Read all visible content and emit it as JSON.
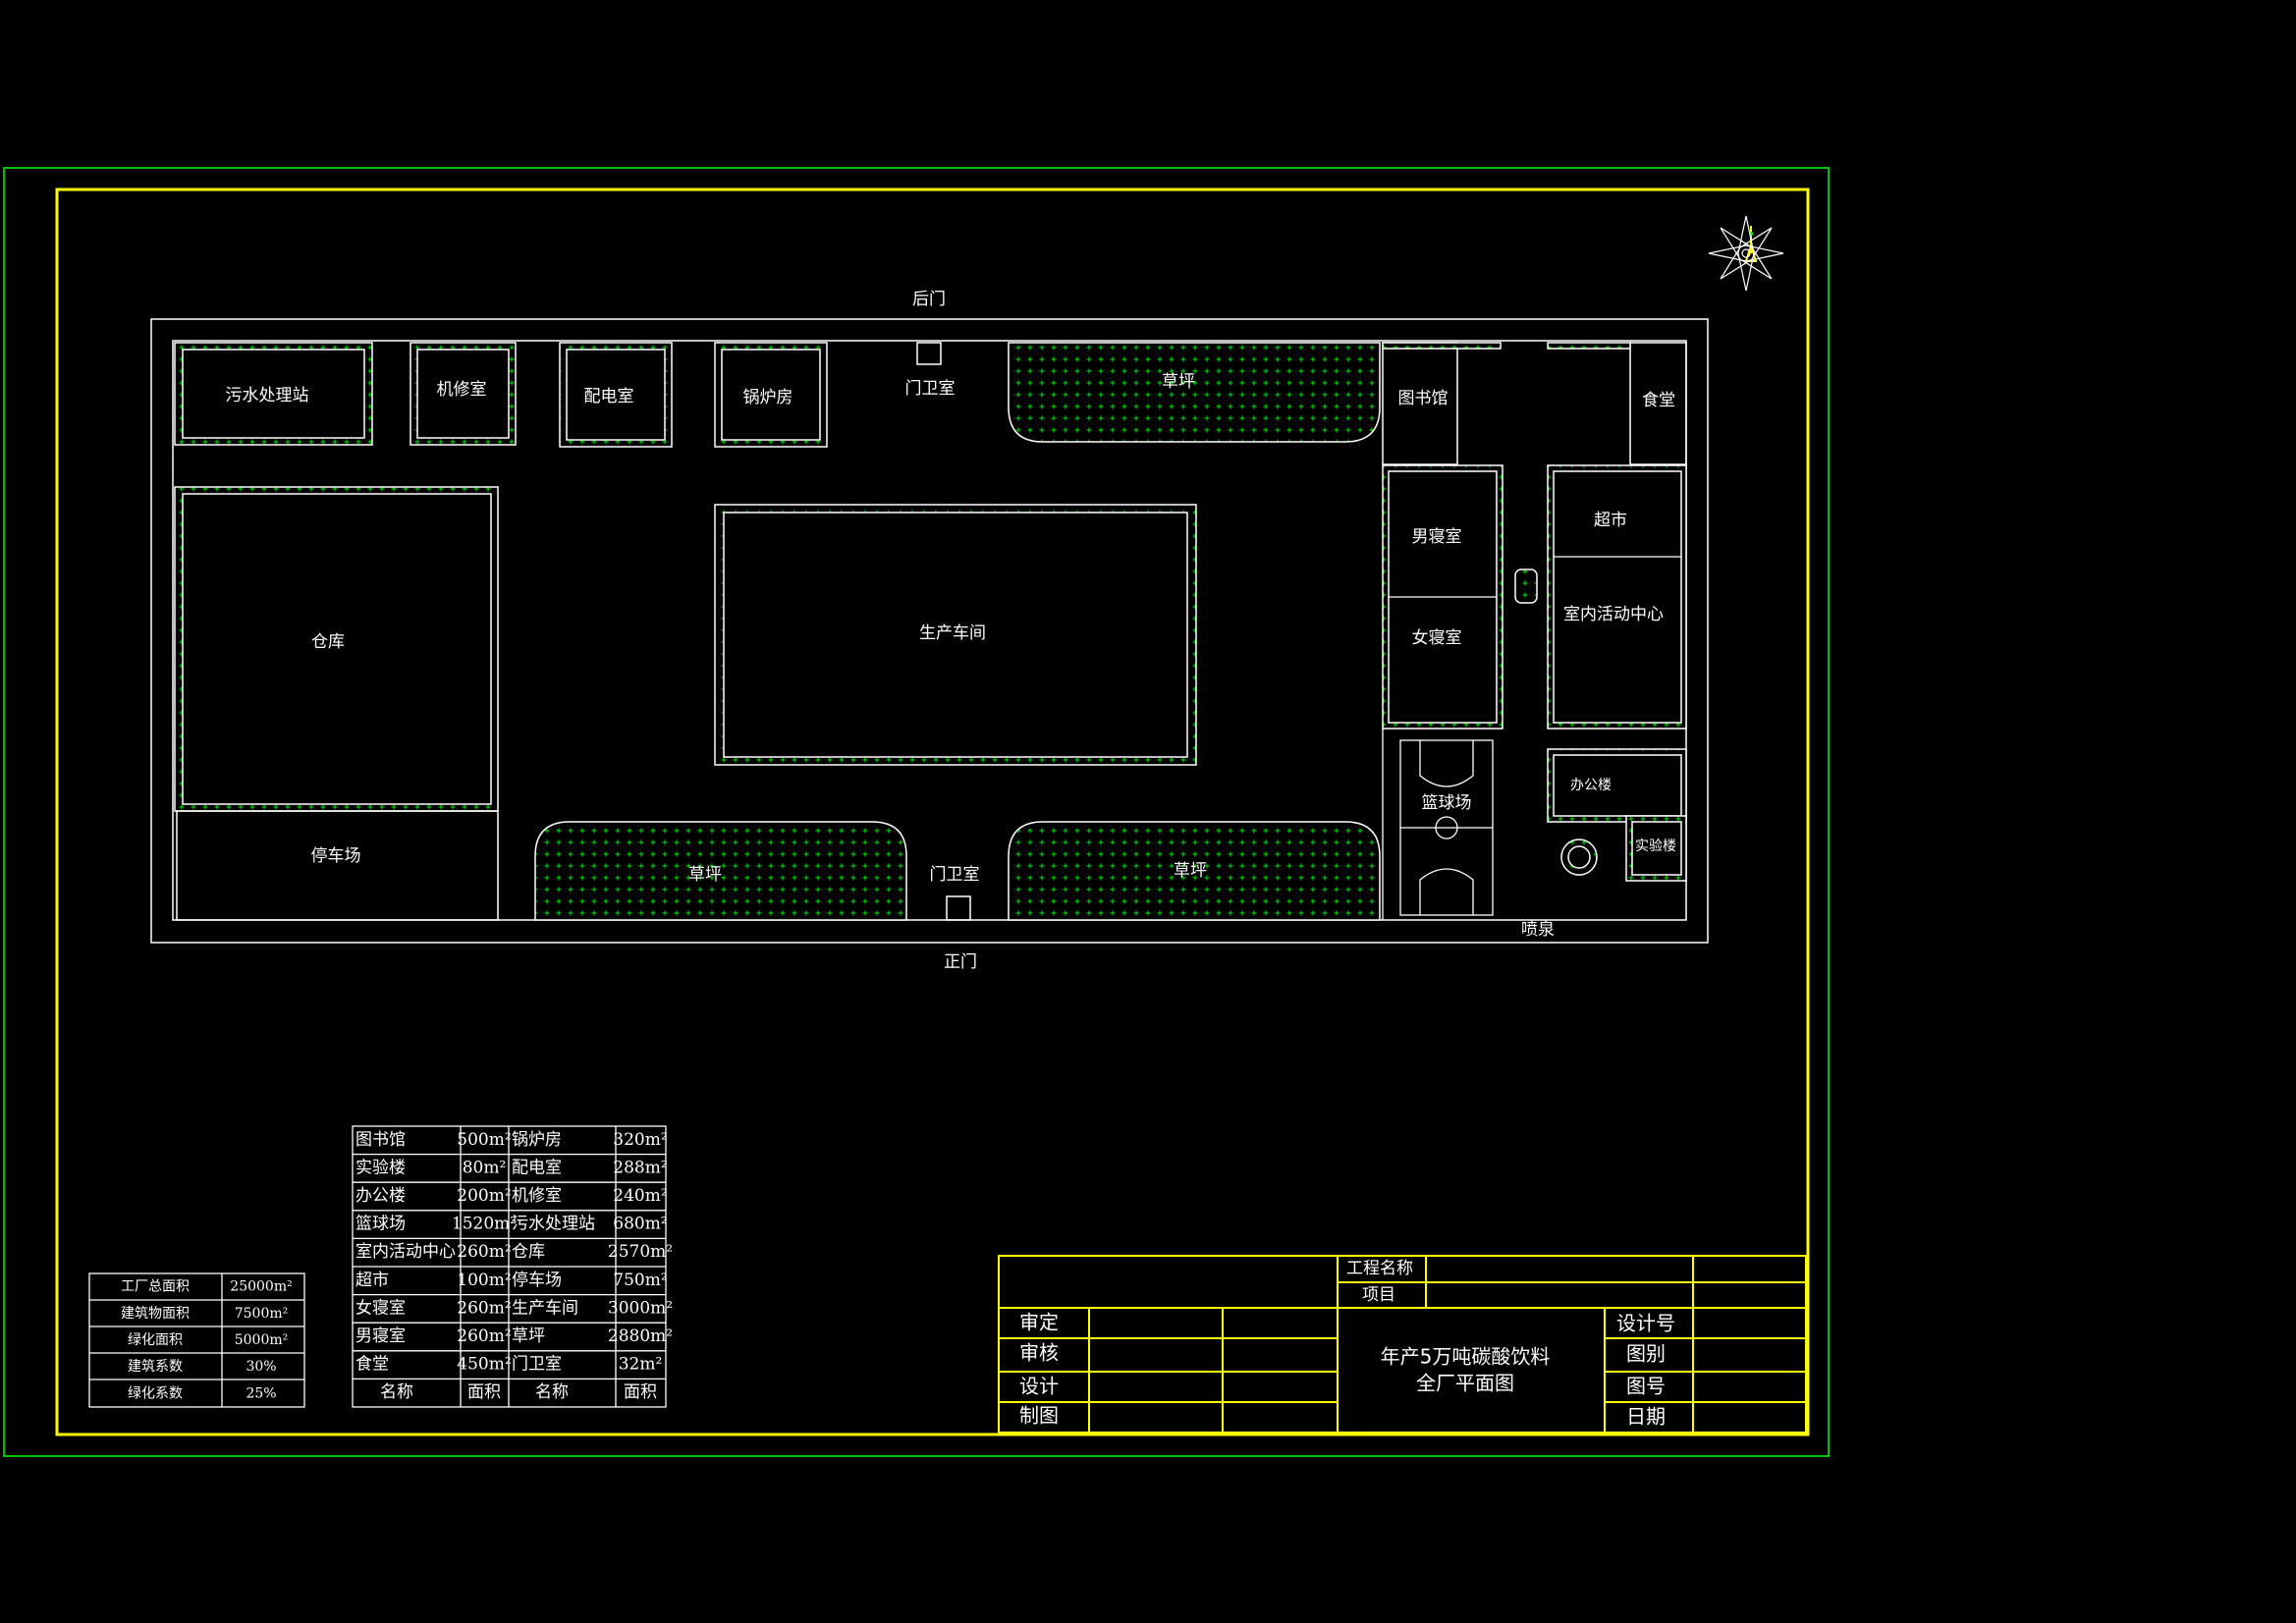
{
  "plan": {
    "gates": {
      "back": "后门",
      "front": "正门"
    },
    "rooms": {
      "sewage": "污水处理站",
      "repair": "机修室",
      "power": "配电室",
      "boiler": "锅炉房",
      "gate_back": "门卫室",
      "lawn_top": "草坪",
      "library": "图书馆",
      "canteen": "食堂",
      "warehouse": "仓库",
      "workshop": "生产车间",
      "men_dorm": "男寝室",
      "women_dorm": "女寝室",
      "supermarket": "超市",
      "activity": "室内活动中心",
      "parking": "停车场",
      "lawn_left": "草坪",
      "gate_front": "门卫室",
      "lawn_right": "草坪",
      "basketball": "篮球场",
      "office": "办公楼",
      "lab": "实验楼",
      "fountain": "喷泉"
    }
  },
  "summary_table": [
    [
      "工厂总面积",
      "25000m²"
    ],
    [
      "建筑物面积",
      "7500m²"
    ],
    [
      "绿化面积",
      "5000m²"
    ],
    [
      "建筑系数",
      "30%"
    ],
    [
      "绿化系数",
      "25%"
    ]
  ],
  "area_table": {
    "rows": [
      [
        "图书馆",
        "500m²",
        "锅炉房",
        "320m²"
      ],
      [
        "实验楼",
        "80m²",
        "配电室",
        "288m²"
      ],
      [
        "办公楼",
        "200m²",
        "机修室",
        "240m²"
      ],
      [
        "篮球场",
        "1520m²",
        "污水处理站",
        "680m²"
      ],
      [
        "室内活动中心",
        "260m²",
        "仓库",
        "2570m²"
      ],
      [
        "超市",
        "100m²",
        "停车场",
        "750m²"
      ],
      [
        "女寝室",
        "260m²",
        "生产车间",
        "3000m²"
      ],
      [
        "男寝室",
        "260m²",
        "草坪",
        "2880m²"
      ],
      [
        "食堂",
        "450m²",
        "门卫室",
        "32m²"
      ]
    ],
    "header": [
      "名称",
      "面积",
      "名称",
      "面积"
    ]
  },
  "title_block": {
    "project_name_label": "工程名称",
    "item_label": "项目",
    "left_labels": [
      "审定",
      "审核",
      "设计",
      "制图"
    ],
    "title_line1": "年产5万吨碳酸饮料",
    "title_line2": "全厂平面图",
    "right_labels": [
      "设计号",
      "图别",
      "图号",
      "日期"
    ]
  },
  "colors": {
    "background": "#000000",
    "frame_outer": "#00c000",
    "frame_inner": "#ffff00",
    "hatch": "#00ff00",
    "lines": "#ffffff"
  }
}
